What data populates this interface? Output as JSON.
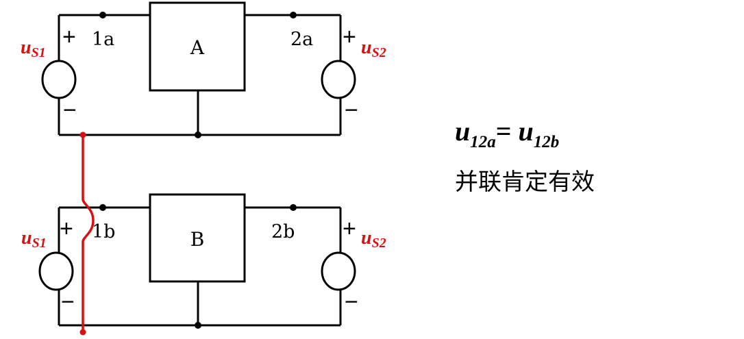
{
  "circuit_a": {
    "box_label": "A",
    "node_left": "1a",
    "node_right": "2a",
    "source_left": {
      "main": "u",
      "sub": "S1"
    },
    "source_right": {
      "main": "u",
      "sub": "S2"
    },
    "plus": "+",
    "minus": "−"
  },
  "circuit_b": {
    "box_label": "B",
    "node_left": "1b",
    "node_right": "2b",
    "source_left": {
      "main": "u",
      "sub": "S1"
    },
    "source_right": {
      "main": "u",
      "sub": "S2"
    },
    "plus": "+",
    "minus": "−"
  },
  "equation": {
    "lhs": "u",
    "lhs_sub": "12a",
    "equals": "=",
    "rhs": "u",
    "rhs_sub": "12b"
  },
  "note": "并联肯定有效",
  "colors": {
    "line": "#000000",
    "highlight": "#d81010"
  }
}
